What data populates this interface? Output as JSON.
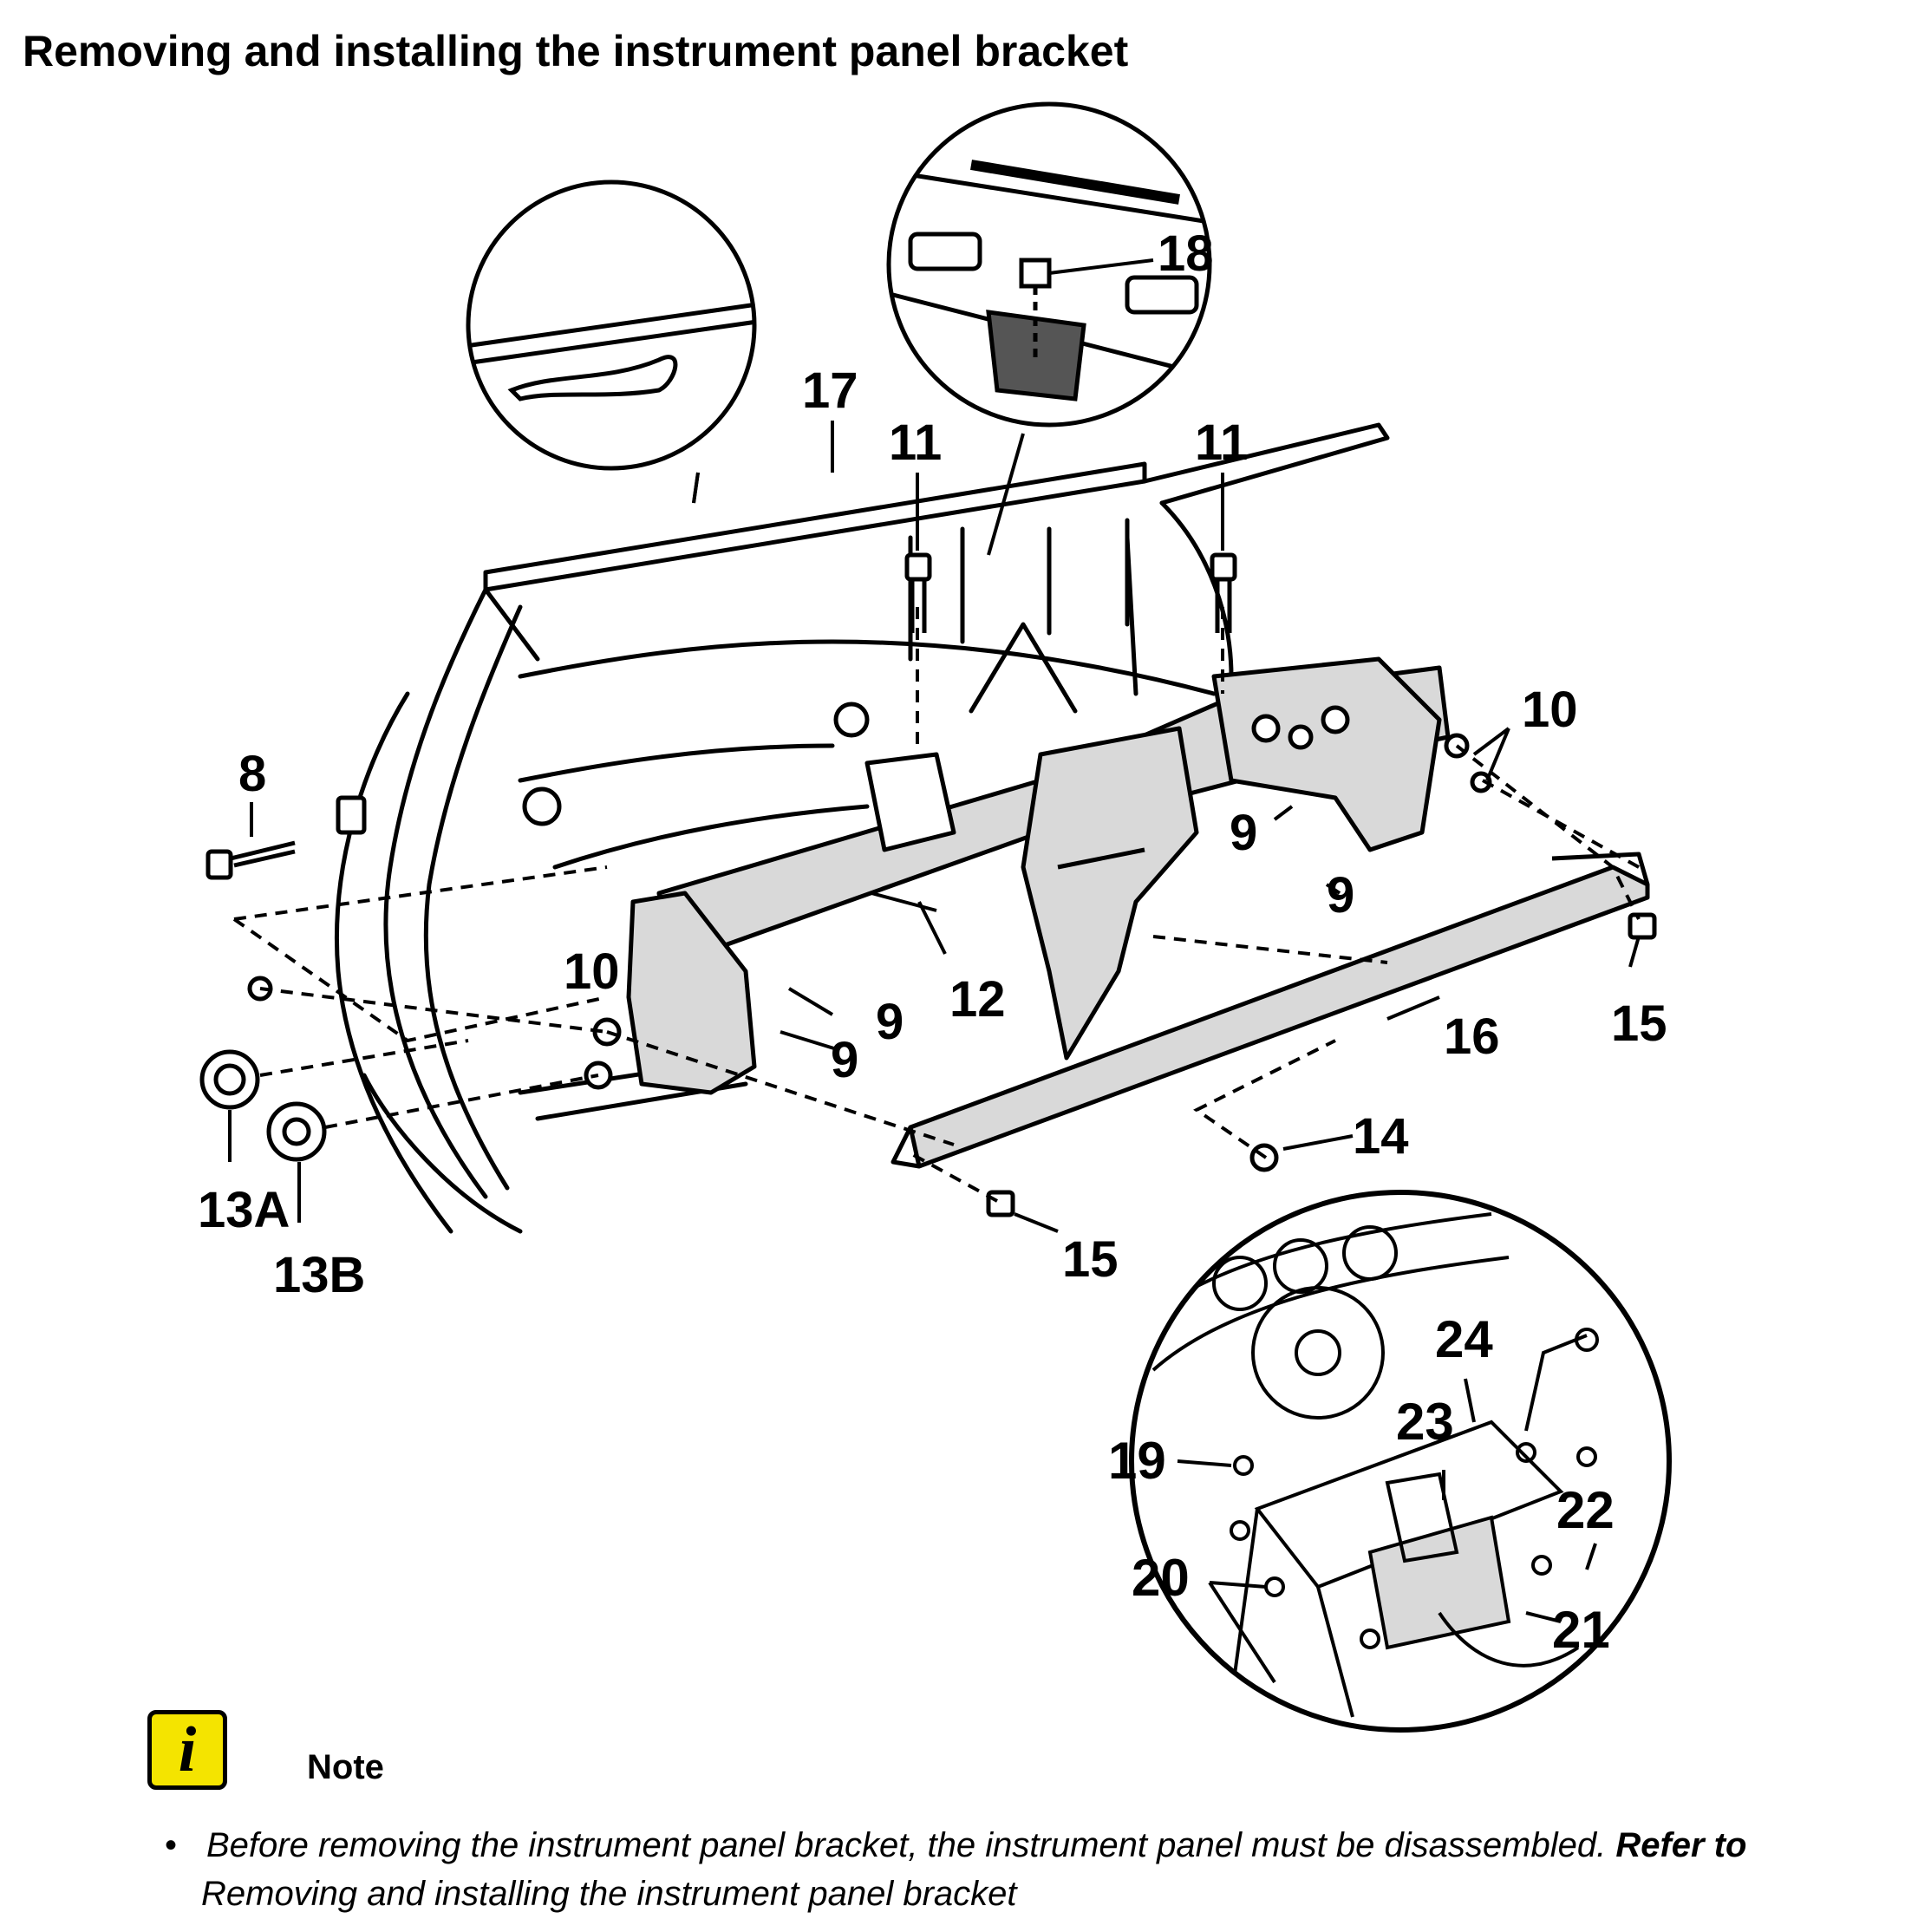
{
  "page": {
    "title": "Removing and installing the instrument panel bracket"
  },
  "callouts": {
    "c8": "8",
    "c9": "9",
    "c10": "10",
    "c11": "11",
    "c12": "12",
    "c13a": "13A",
    "c13b": "13B",
    "c14": "14",
    "c15": "15",
    "c16": "16",
    "c17": "17",
    "c18": "18",
    "c19": "19",
    "c20": "20",
    "c21": "21",
    "c22": "22",
    "c23": "23",
    "c24": "24"
  },
  "note": {
    "icon": "info-icon",
    "icon_color": "#f4e400",
    "icon_glyph": "i",
    "label": "Note",
    "bullet": "•",
    "text": "Before removing the instrument panel bracket, the instrument panel must be disassembled.",
    "ref_label": "Refer to",
    "ref_link": "Removing  and installing the instrument panel bracket"
  }
}
